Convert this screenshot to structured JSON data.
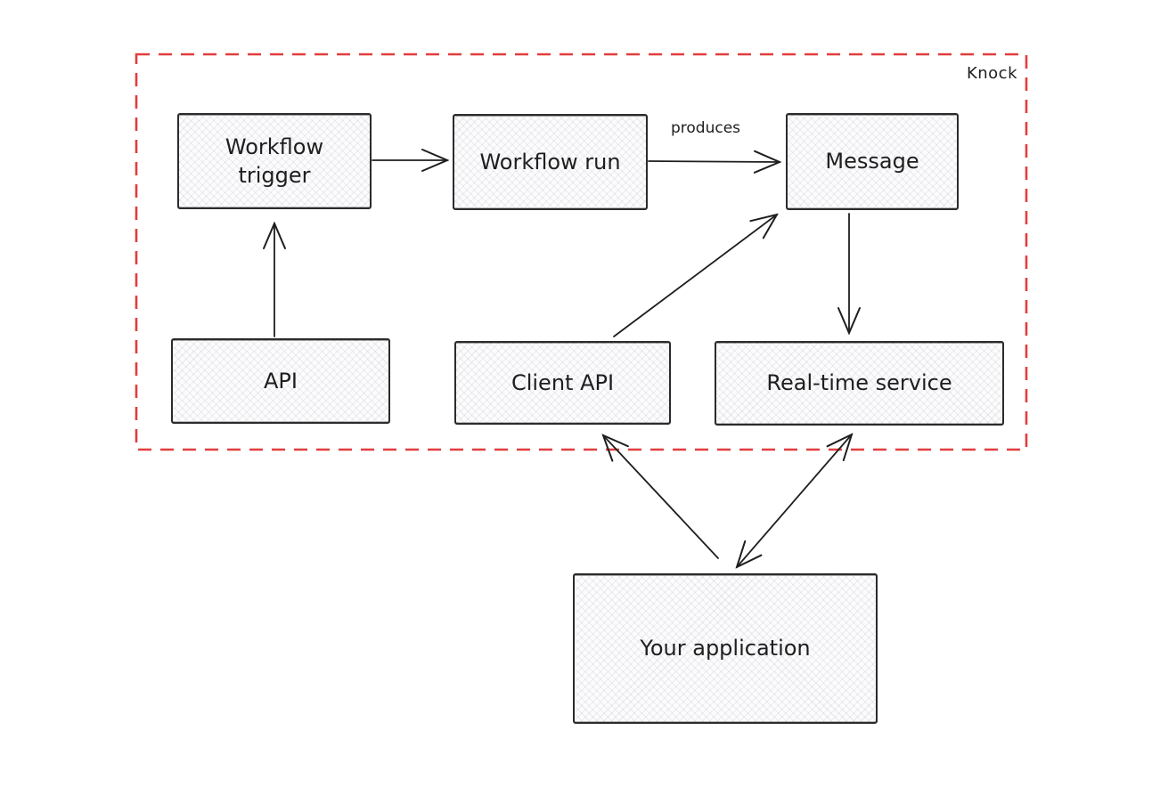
{
  "frame": {
    "label": "Knock",
    "border_color": "#e23d3d",
    "style": "dashed"
  },
  "nodes": {
    "workflow_trigger": {
      "label": "Workflow trigger"
    },
    "workflow_run": {
      "label": "Workflow run"
    },
    "message": {
      "label": "Message"
    },
    "api": {
      "label": "API"
    },
    "client_api": {
      "label": "Client API"
    },
    "realtime_service": {
      "label": "Real-time service"
    },
    "your_application": {
      "label": "Your application"
    }
  },
  "edges": [
    {
      "from": "API",
      "to": "Workflow trigger",
      "label": "",
      "bidirectional": false
    },
    {
      "from": "Workflow trigger",
      "to": "Workflow run",
      "label": "",
      "bidirectional": false
    },
    {
      "from": "Workflow run",
      "to": "Message",
      "label": "produces",
      "bidirectional": false
    },
    {
      "from": "Message",
      "to": "Real-time service",
      "label": "",
      "bidirectional": false
    },
    {
      "from": "Client API",
      "to": "Message",
      "label": "",
      "bidirectional": false
    },
    {
      "from": "Your application",
      "to": "Client API",
      "label": "",
      "bidirectional": false
    },
    {
      "from": "Your application",
      "to": "Real-time service",
      "label": "",
      "bidirectional": true
    }
  ],
  "colors": {
    "canvas_background": "#ffffff",
    "node_stroke": "#2b2b2b",
    "node_fill": "#fcfcfd",
    "arrow_stroke": "#1e1e1e",
    "frame_red": "#e23d3d"
  }
}
